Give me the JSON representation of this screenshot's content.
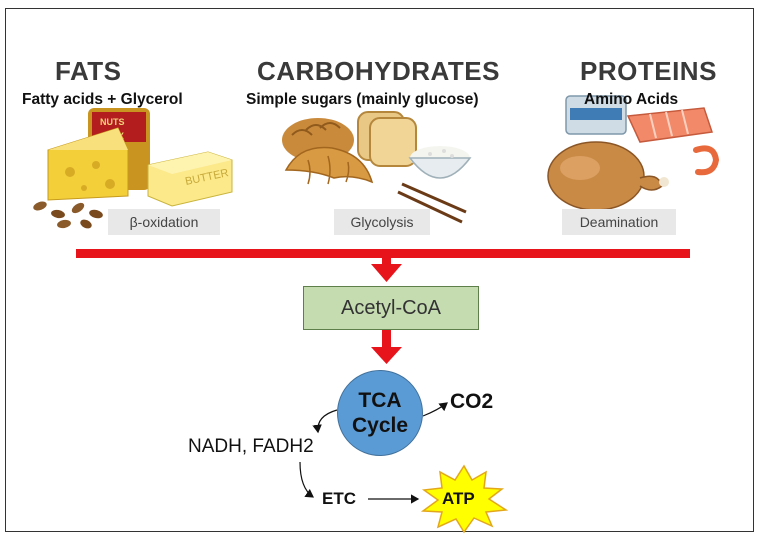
{
  "categories": [
    {
      "heading": "FATS",
      "subheading": "Fatty acids + Glycerol",
      "process": "β-oxidation"
    },
    {
      "heading": "CARBOHYDRATES",
      "subheading": "Simple sugars (mainly glucose)",
      "process": "Glycolysis"
    },
    {
      "heading": "PROTEINS",
      "subheading": "Amino Acids",
      "process": "Deamination"
    }
  ],
  "image_text": {
    "nuts_label": "NUTS",
    "noix_label": "NOIX",
    "butter_label": "BUTTER"
  },
  "acetyl_coa": "Acetyl-CoA",
  "tca": {
    "line1": "TCA",
    "line2": "Cycle"
  },
  "co2": "CO2",
  "nadh": "NADH, FADH2",
  "etc": "ETC",
  "atp": "ATP",
  "colors": {
    "bar_arrow": "#e8141c",
    "acetyl_fill": "#c5dcb1",
    "tca_fill": "#5b9bd5",
    "atp_star": "#ffff00"
  }
}
